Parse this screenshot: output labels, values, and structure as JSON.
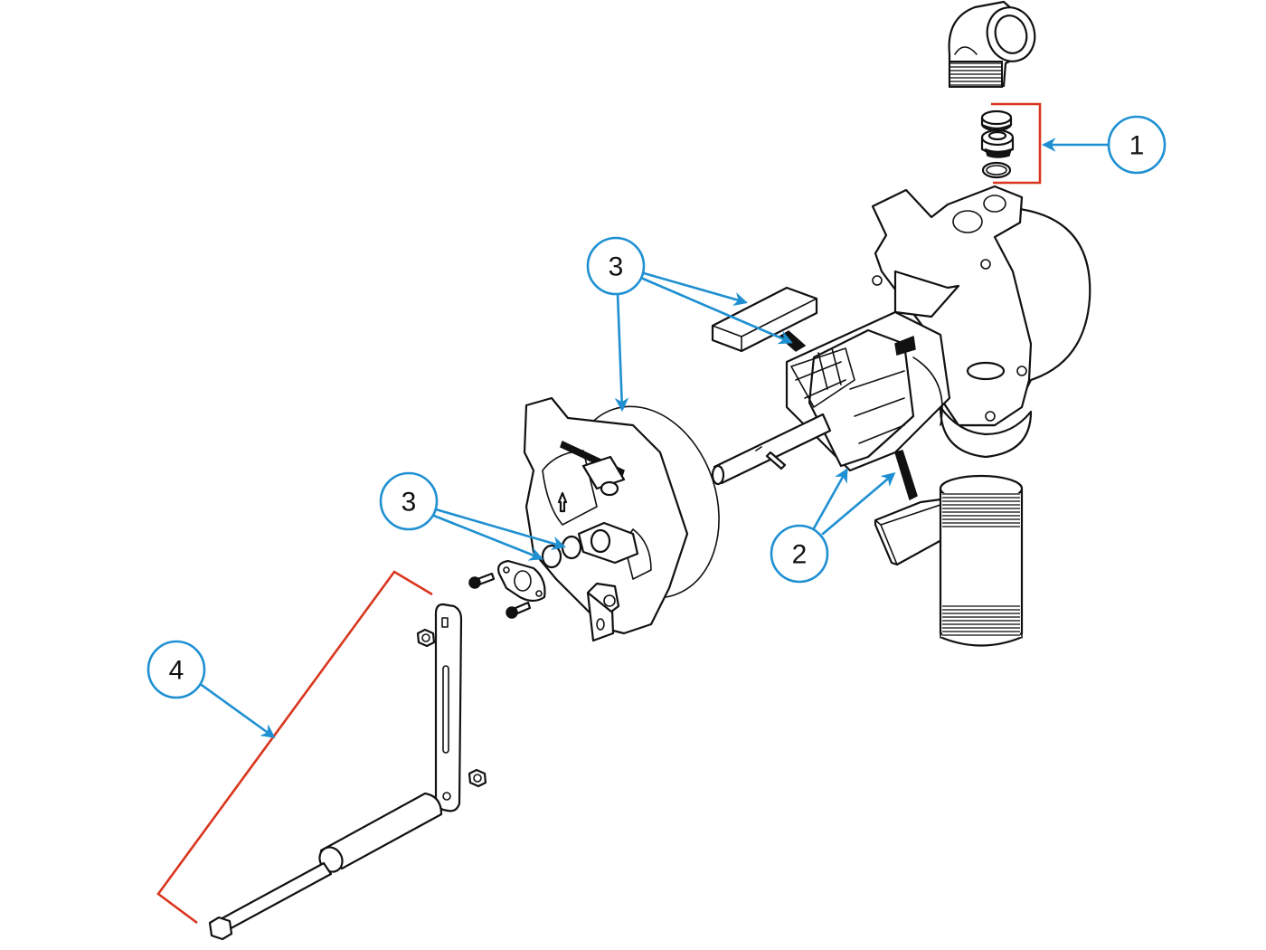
{
  "diagram": {
    "type": "exploded-parts-view",
    "colors": {
      "callout": "#1e90d2",
      "bracket": "#d9361e",
      "linework": "#111111",
      "background": "#ffffff"
    },
    "callouts": [
      {
        "id": "callout-1",
        "label": "1"
      },
      {
        "id": "callout-2",
        "label": "2"
      },
      {
        "id": "callout-3a",
        "label": "3"
      },
      {
        "id": "callout-3b",
        "label": "3"
      },
      {
        "id": "callout-4",
        "label": "4"
      }
    ]
  }
}
